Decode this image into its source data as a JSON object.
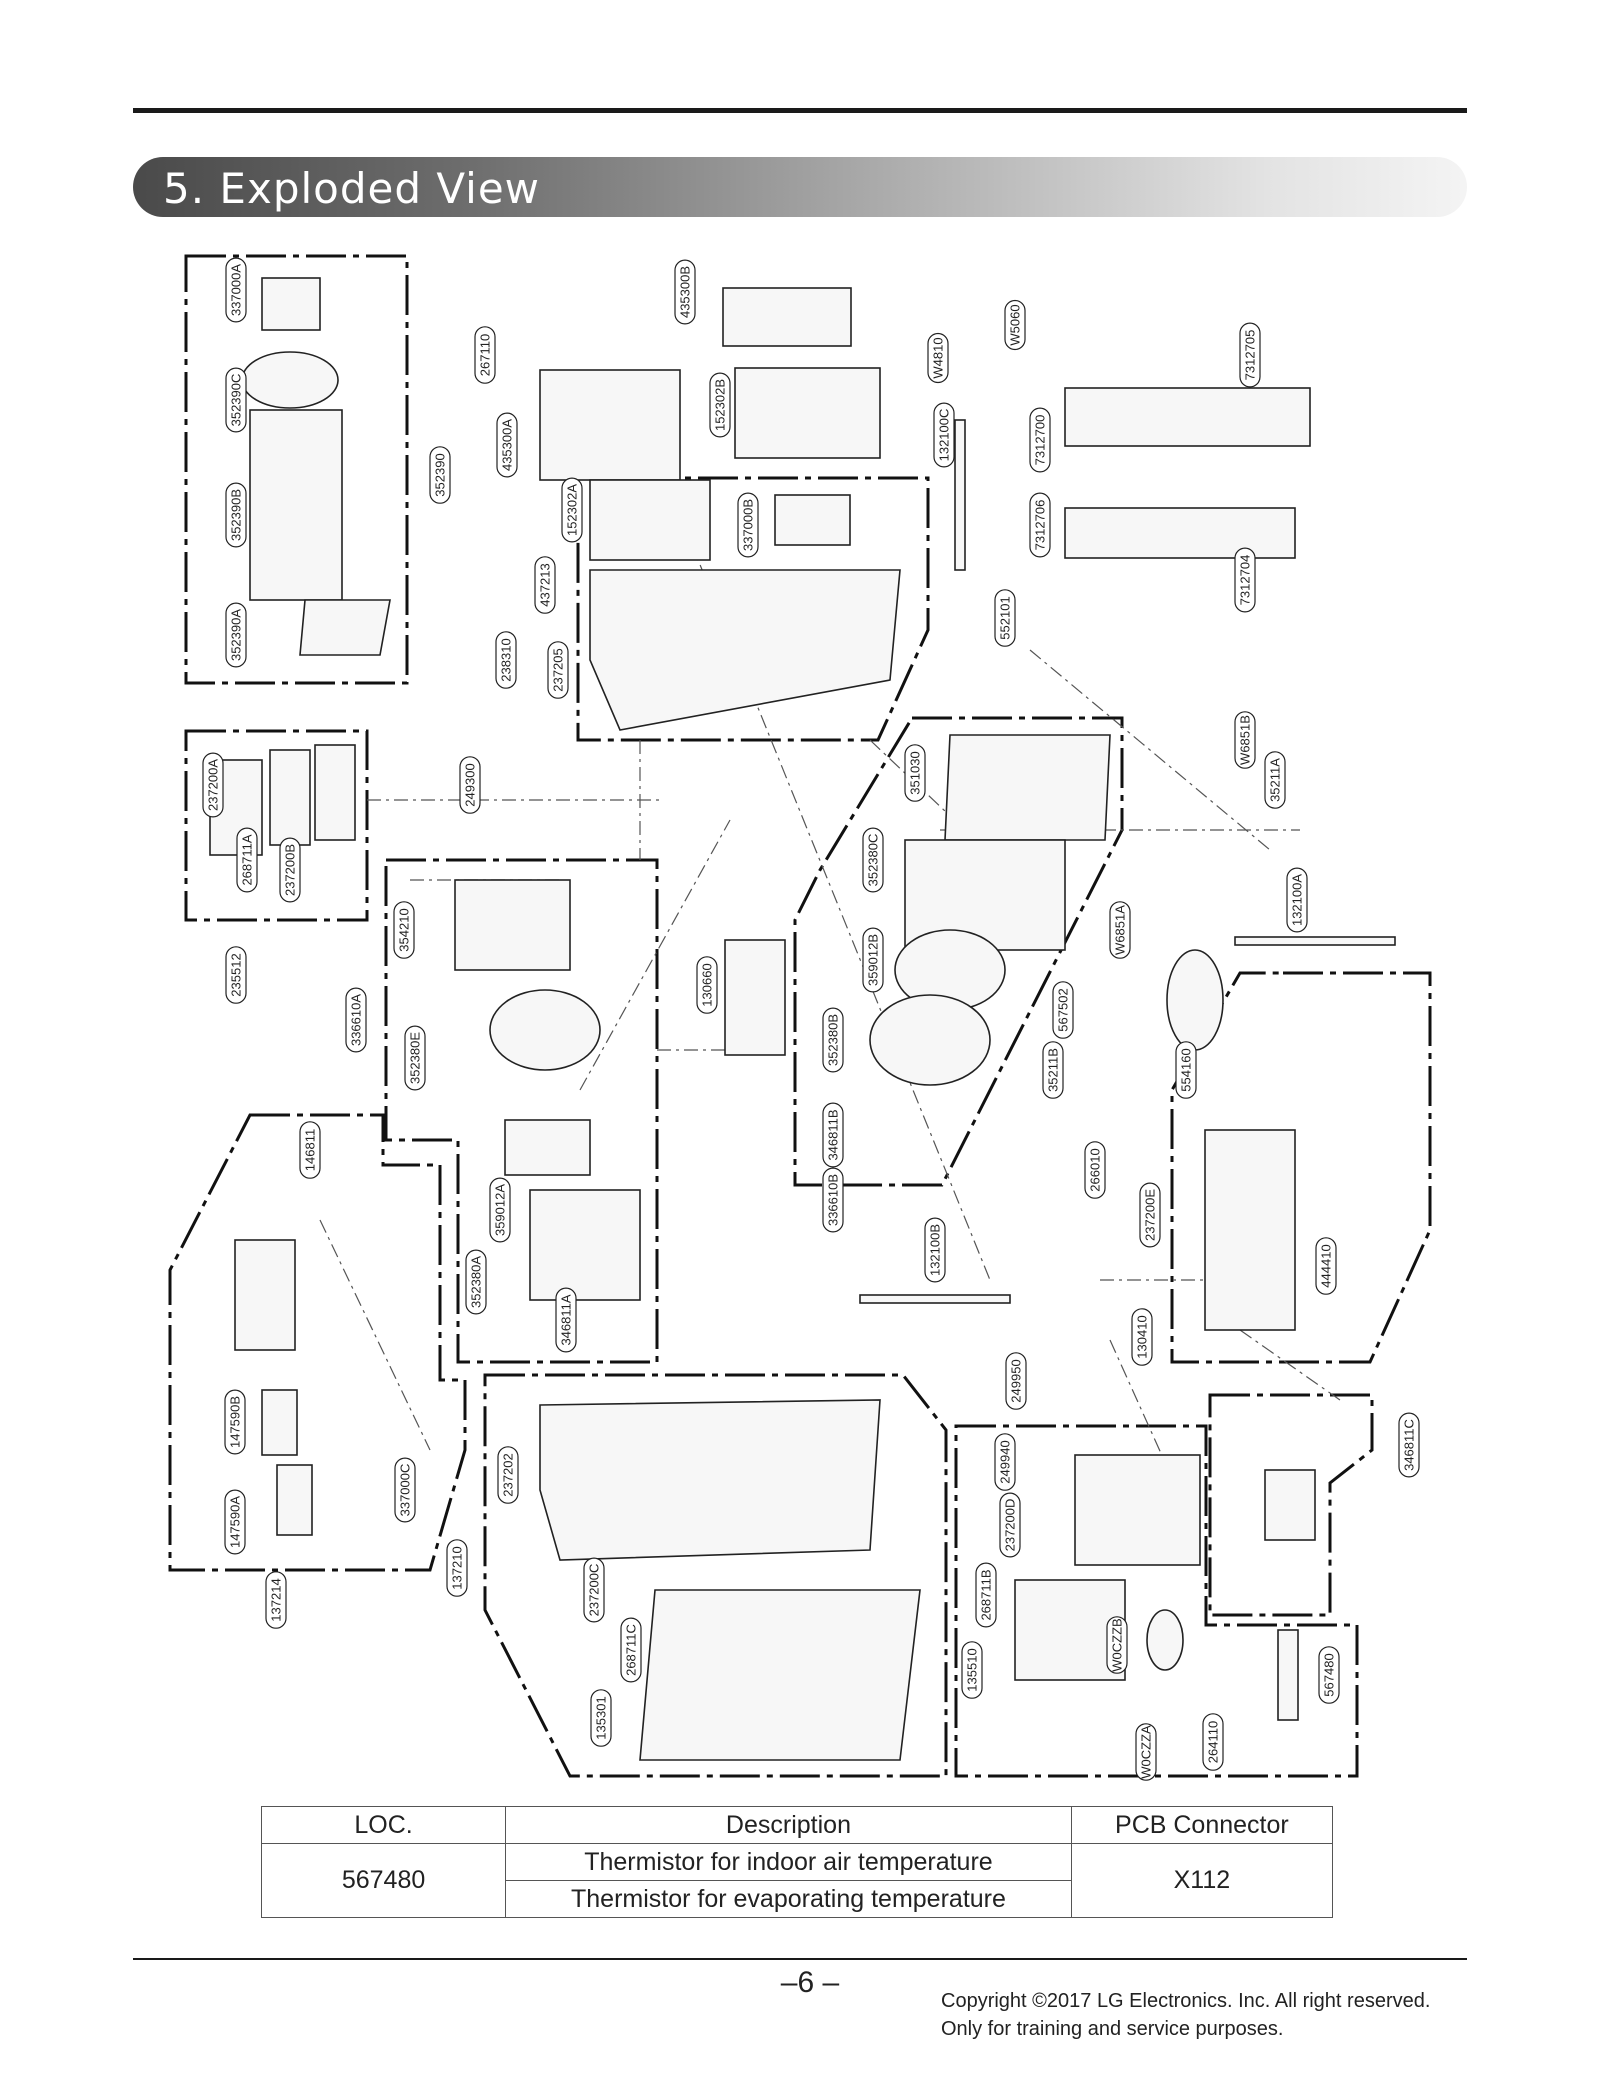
{
  "section": {
    "title": "5. Exploded View"
  },
  "diagram": {
    "part_labels": [
      "337000A",
      "352390C",
      "352390B",
      "352390A",
      "352390",
      "237200A",
      "268711A",
      "237200B",
      "235512",
      "267110",
      "435300A",
      "152302A",
      "437213",
      "238310",
      "237205",
      "435300B",
      "152302B",
      "337000B",
      "W4810",
      "W5060",
      "7312700",
      "7312706",
      "7312705",
      "7312704",
      "132100C",
      "552101",
      "W6851B",
      "35211A",
      "249300",
      "351030",
      "352380C",
      "359012B",
      "352380B",
      "346811B",
      "336610B",
      "130660",
      "W6851A",
      "567502",
      "35211B",
      "554160",
      "266010",
      "237200E",
      "354210",
      "336610A",
      "352380E",
      "359012A",
      "352380A",
      "346811A",
      "132100A",
      "132100B",
      "444410",
      "130410",
      "146811",
      "147590B",
      "147590A",
      "337000C",
      "137214",
      "237202",
      "137210",
      "237200C",
      "268711C",
      "135301",
      "249950",
      "249940",
      "237200D",
      "268711B",
      "135510",
      "W0CZZB",
      "W0CZZA",
      "264110",
      "567480",
      "346811C"
    ]
  },
  "table": {
    "headers": [
      "LOC.",
      "Description",
      "PCB Connector"
    ],
    "loc": "567480",
    "descriptions": [
      "Thermistor for indoor air temperature",
      "Thermistor for evaporating temperature"
    ],
    "connector": "X112"
  },
  "footer": {
    "page_number": "–6 –",
    "copyright_line1": "Copyright ©2017 LG Electronics. Inc. All right reserved.",
    "copyright_line2": "Only for training and service purposes."
  }
}
